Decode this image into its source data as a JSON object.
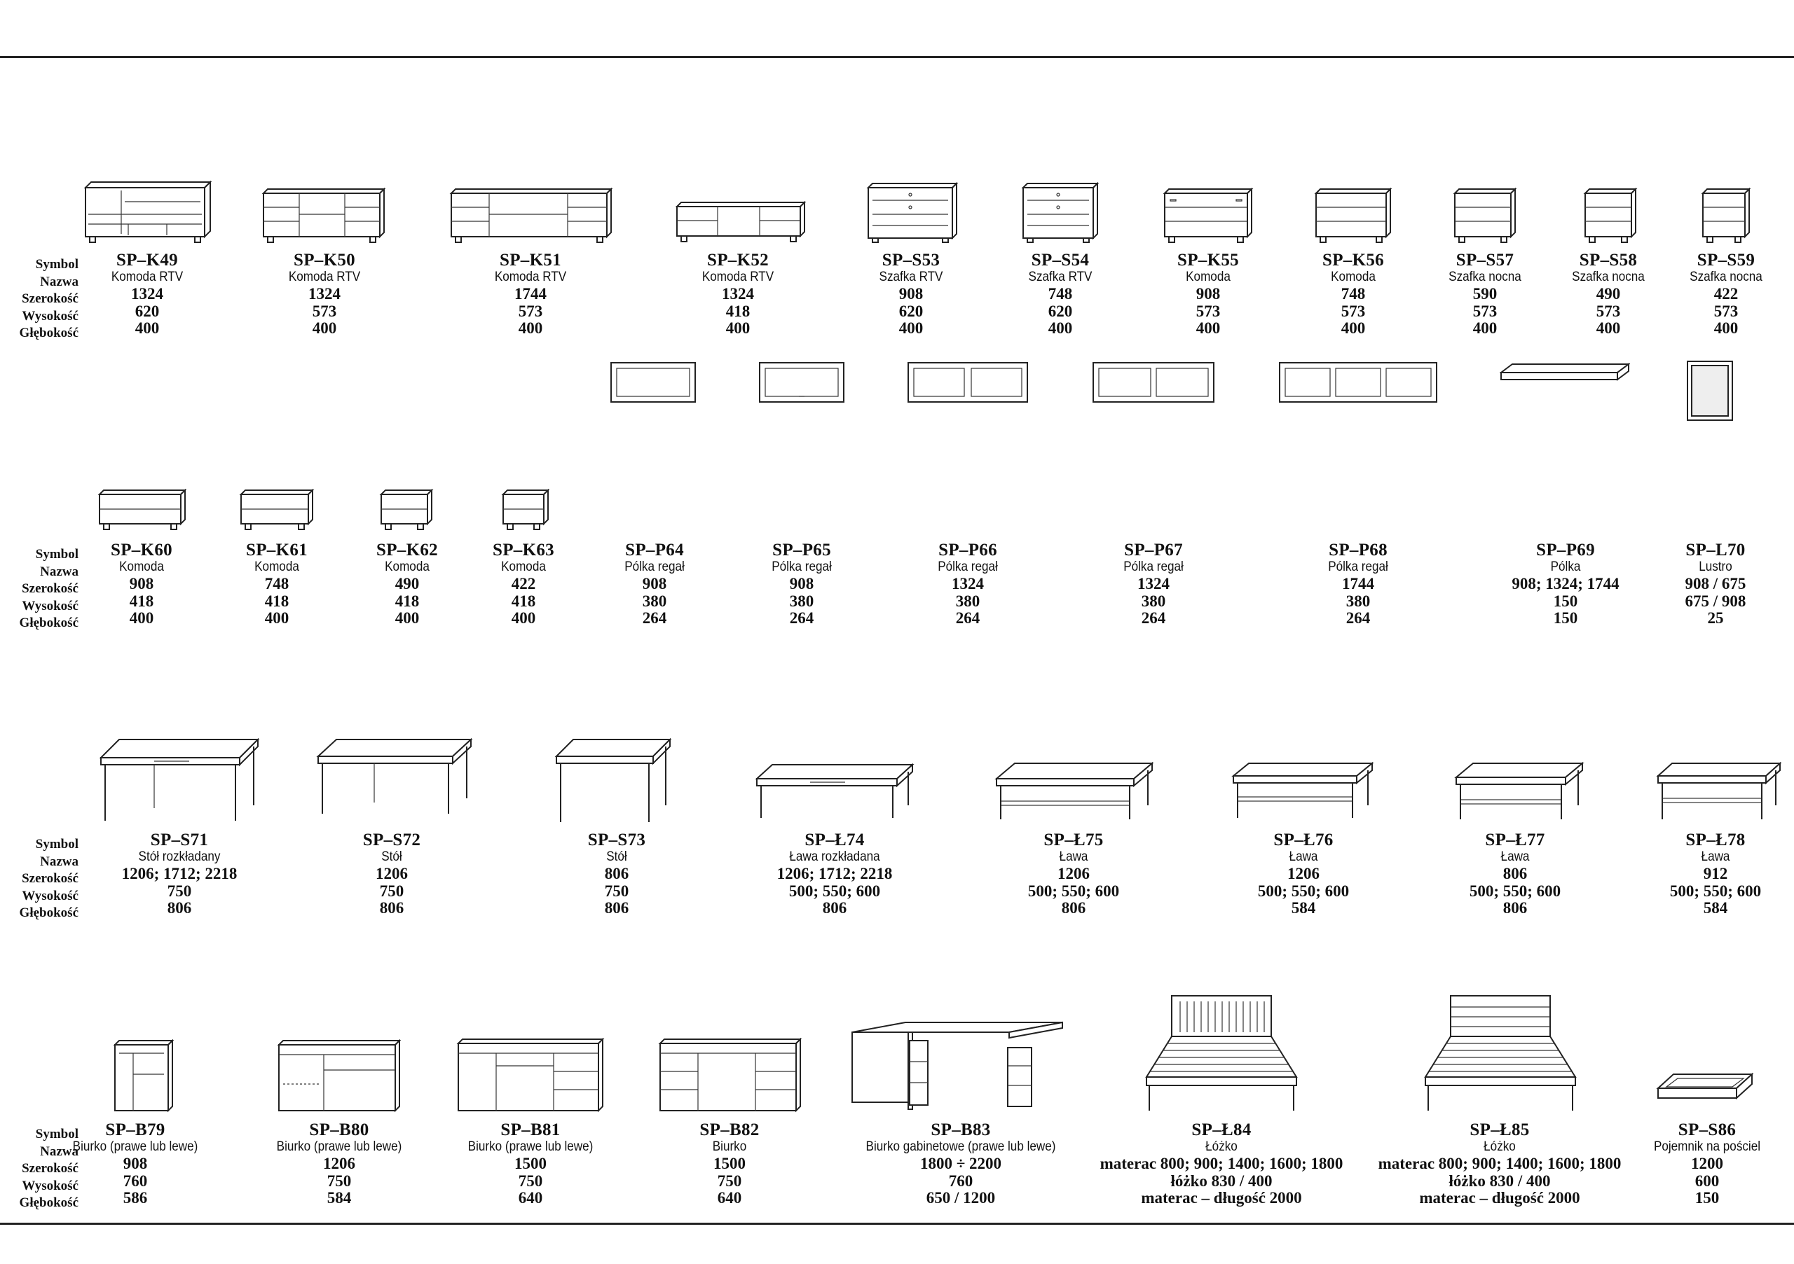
{
  "row_labels": [
    "Symbol",
    "Nazwa",
    "Szerokość",
    "Wysokość",
    "Głębokość"
  ],
  "rows": [
    [
      {
        "symbol": "SP–K49",
        "name": "Komoda RTV",
        "w": "1324",
        "h": "620",
        "d": "400"
      },
      {
        "symbol": "SP–K50",
        "name": "Komoda RTV",
        "w": "1324",
        "h": "573",
        "d": "400"
      },
      {
        "symbol": "SP–K51",
        "name": "Komoda RTV",
        "w": "1744",
        "h": "573",
        "d": "400"
      },
      {
        "symbol": "SP–K52",
        "name": "Komoda RTV",
        "w": "1324",
        "h": "418",
        "d": "400"
      },
      {
        "symbol": "SP–S53",
        "name": "Szafka RTV",
        "w": "908",
        "h": "620",
        "d": "400"
      },
      {
        "symbol": "SP–S54",
        "name": "Szafka RTV",
        "w": "748",
        "h": "620",
        "d": "400"
      },
      {
        "symbol": "SP–K55",
        "name": "Komoda",
        "w": "908",
        "h": "573",
        "d": "400"
      },
      {
        "symbol": "SP–K56",
        "name": "Komoda",
        "w": "748",
        "h": "573",
        "d": "400"
      },
      {
        "symbol": "SP–S57",
        "name": "Szafka nocna",
        "w": "590",
        "h": "573",
        "d": "400"
      },
      {
        "symbol": "SP–S58",
        "name": "Szafka nocna",
        "w": "490",
        "h": "573",
        "d": "400"
      },
      {
        "symbol": "SP–S59",
        "name": "Szafka nocna",
        "w": "422",
        "h": "573",
        "d": "400"
      }
    ],
    [
      {
        "symbol": "SP–K60",
        "name": "Komoda",
        "w": "908",
        "h": "418",
        "d": "400"
      },
      {
        "symbol": "SP–K61",
        "name": "Komoda",
        "w": "748",
        "h": "418",
        "d": "400"
      },
      {
        "symbol": "SP–K62",
        "name": "Komoda",
        "w": "490",
        "h": "418",
        "d": "400"
      },
      {
        "symbol": "SP–K63",
        "name": "Komoda",
        "w": "422",
        "h": "418",
        "d": "400"
      },
      {
        "symbol": "SP–P64",
        "name": "Pólka regał",
        "w": "908",
        "h": "380",
        "d": "264"
      },
      {
        "symbol": "SP–P65",
        "name": "Pólka regał",
        "w": "908",
        "h": "380",
        "d": "264"
      },
      {
        "symbol": "SP–P66",
        "name": "Pólka regał",
        "w": "1324",
        "h": "380",
        "d": "264"
      },
      {
        "symbol": "SP–P67",
        "name": "Pólka regał",
        "w": "1324",
        "h": "380",
        "d": "264"
      },
      {
        "symbol": "SP–P68",
        "name": "Pólka regał",
        "w": "1744",
        "h": "380",
        "d": "264"
      },
      {
        "symbol": "SP–P69",
        "name": "Pólka",
        "w": "908; 1324; 1744",
        "h": "150",
        "d": "150"
      },
      {
        "symbol": "SP–L70",
        "name": "Lustro",
        "w": "908 / 675",
        "h": "675 / 908",
        "d": "25"
      }
    ],
    [
      {
        "symbol": "SP–S71",
        "name": "Stół rozkładany",
        "w": "1206; 1712; 2218",
        "h": "750",
        "d": "806"
      },
      {
        "symbol": "SP–S72",
        "name": "Stół",
        "w": "1206",
        "h": "750",
        "d": "806"
      },
      {
        "symbol": "SP–S73",
        "name": "Stół",
        "w": "806",
        "h": "750",
        "d": "806"
      },
      {
        "symbol": "SP–Ł74",
        "name": "Ława rozkładana",
        "w": "1206; 1712; 2218",
        "h": "500; 550; 600",
        "d": "806"
      },
      {
        "symbol": "SP–Ł75",
        "name": "Ława",
        "w": "1206",
        "h": "500; 550; 600",
        "d": "806"
      },
      {
        "symbol": "SP–Ł76",
        "name": "Ława",
        "w": "1206",
        "h": "500; 550; 600",
        "d": "584"
      },
      {
        "symbol": "SP–Ł77",
        "name": "Ława",
        "w": "806",
        "h": "500; 550; 600",
        "d": "806"
      },
      {
        "symbol": "SP–Ł78",
        "name": "Ława",
        "w": "912",
        "h": "500; 550; 600",
        "d": "584"
      }
    ],
    [
      {
        "symbol": "SP–B79",
        "name": "Biurko (prawe lub lewe)",
        "w": "908",
        "h": "760",
        "d": "586"
      },
      {
        "symbol": "SP–B80",
        "name": "Biurko (prawe lub lewe)",
        "w": "1206",
        "h": "750",
        "d": "584"
      },
      {
        "symbol": "SP–B81",
        "name": "Biurko (prawe lub lewe)",
        "w": "1500",
        "h": "750",
        "d": "640"
      },
      {
        "symbol": "SP–B82",
        "name": "Biurko",
        "w": "1500",
        "h": "750",
        "d": "640"
      },
      {
        "symbol": "SP–B83",
        "name": "Biurko gabinetowe (prawe lub lewe)",
        "w": "1800 ÷ 2200",
        "h": "760",
        "d": "650 / 1200"
      },
      {
        "symbol": "SP–Ł84",
        "name": "Łóżko",
        "w": "materac 800; 900; 1400; 1600; 1800",
        "h": "łóżko 830 / 400",
        "d": "materac – długość 2000"
      },
      {
        "symbol": "SP–Ł85",
        "name": "Łóżko",
        "w": "materac 800; 900; 1400; 1600; 1800",
        "h": "łóżko 830 / 400",
        "d": "materac – długość 2000"
      },
      {
        "symbol": "SP–S86",
        "name": "Pojemnik na pościel",
        "w": "1200",
        "h": "600",
        "d": "150"
      }
    ]
  ]
}
